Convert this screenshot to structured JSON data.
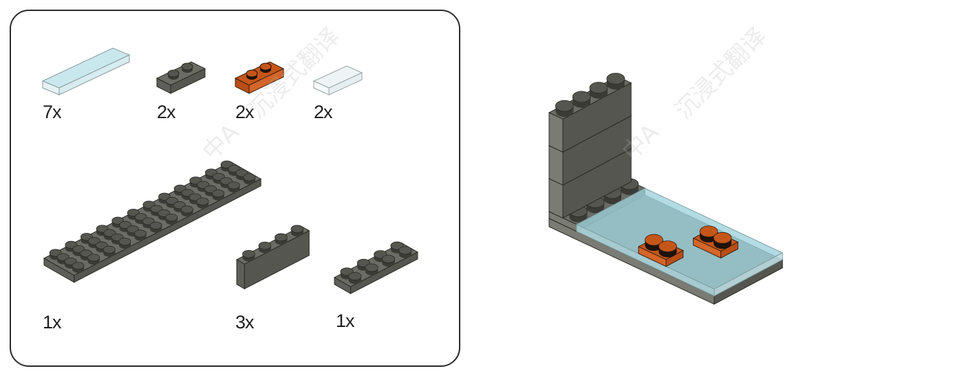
{
  "parts_list": {
    "items": [
      {
        "part": "tile-1x6",
        "color_name": "trans-light-blue",
        "quantity": "7x"
      },
      {
        "part": "plate-1x2",
        "color_name": "dark-bluish-gray",
        "quantity": "2x"
      },
      {
        "part": "plate-1x2",
        "color_name": "dark-orange",
        "quantity": "2x"
      },
      {
        "part": "tile-1x2",
        "color_name": "trans-clear",
        "quantity": "2x"
      },
      {
        "part": "plate-4x12",
        "color_name": "dark-bluish-gray",
        "quantity": "1x"
      },
      {
        "part": "brick-1x4",
        "color_name": "dark-bluish-gray",
        "quantity": "3x"
      },
      {
        "part": "plate-2x4",
        "color_name": "dark-bluish-gray",
        "quantity": "1x"
      }
    ]
  },
  "assembled_model": {
    "label": "assembled-model"
  },
  "watermark": {
    "text": "沉浸式翻译",
    "logo_text": "中A"
  },
  "colors": {
    "gray": "#6b6c64",
    "gray_dark": "#55564f",
    "gray_light": "#7a7b73",
    "stud": "#3a3b35",
    "orange": "#c5561a",
    "orange_light": "#d4652a",
    "trans_blue": "#aed9e0",
    "trans_clear": "#eef4f6",
    "outline": "#2a2a26"
  }
}
